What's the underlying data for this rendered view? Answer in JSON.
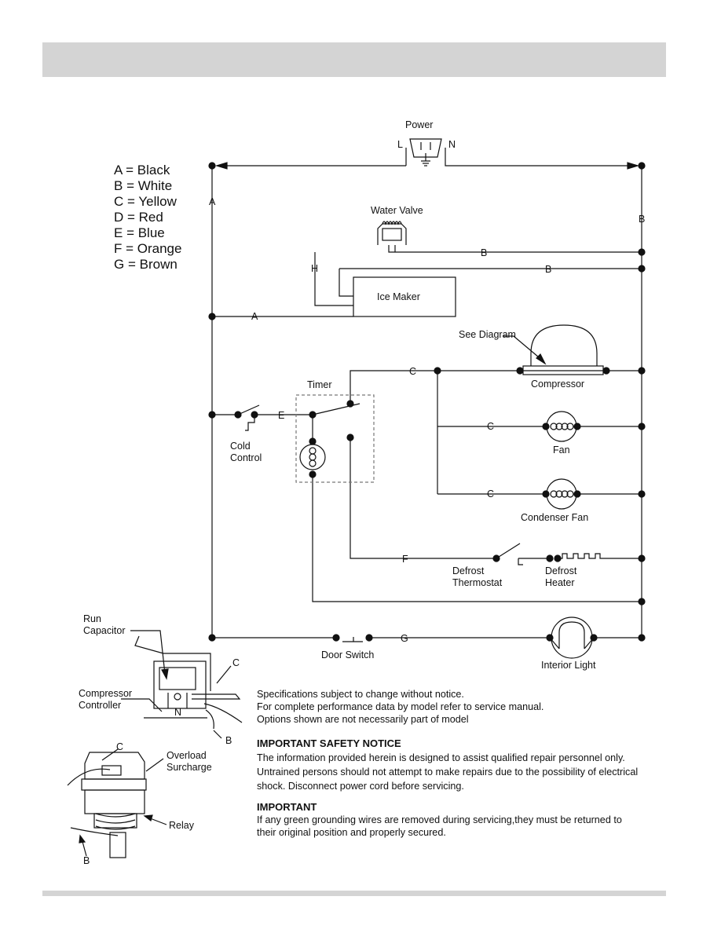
{
  "legend": [
    {
      "code": "A",
      "sep": " = ",
      "color": "Black"
    },
    {
      "code": "B",
      "sep": " = ",
      "color": "White"
    },
    {
      "code": "C",
      "sep": " = ",
      "color": "Yellow"
    },
    {
      "code": "D",
      "sep": " = ",
      "color": "Red"
    },
    {
      "code": "E",
      "sep": " = ",
      "color": "Blue"
    },
    {
      "code": "F",
      "sep": " = ",
      "color": "Orange"
    },
    {
      "code": "G",
      "sep": " = ",
      "color": "Brown"
    }
  ],
  "labels": {
    "power": "Power",
    "L": "L",
    "N": "N",
    "water_valve": "Water Valve",
    "ice_maker": "Ice Maker",
    "see_diagram": "See Diagram",
    "compressor": "Compressor",
    "timer": "Timer",
    "fan": "Fan",
    "condenser_fan": "Condenser Fan",
    "cold_control_1": "Cold",
    "cold_control_2": "Control",
    "defrost_thermostat_1": "Defrost",
    "defrost_thermostat_2": "Thermostat",
    "defrost_heater_1": "Defrost",
    "defrost_heater_2": "Heater",
    "door_switch": "Door Switch",
    "interior_light": "Interior Light",
    "run_capacitor_1": "Run",
    "run_capacitor_2": "Capacitor",
    "compressor_controller_1": "Compressor",
    "compressor_controller_2": "Controller",
    "overload_1": "Overload",
    "overload_2": "Surcharge",
    "relay": "Relay"
  },
  "wire_letters": {
    "A": "A",
    "B": "B",
    "C": "C",
    "E": "E",
    "F": "F",
    "G": "G",
    "H": "H",
    "N": "N"
  },
  "notes": {
    "spec_lines": [
      "Specifications subject to change without notice.",
      "For complete performance data by model refer to service manual.",
      "Options shown are not necessarily part of model"
    ],
    "safety_title": "IMPORTANT SAFETY NOTICE",
    "safety_lines": [
      "The information provided herein is designed to assist qualified repair personnel only.",
      "Untrained persons should not attempt to make repairs due to the possibility of electrical",
      "shock.  Disconnect power cord before servicing."
    ],
    "important_title": "IMPORTANT",
    "important_lines": [
      "If any green grounding wires are removed during servicing,they must be returned to",
      "their original position and properly secured."
    ]
  }
}
